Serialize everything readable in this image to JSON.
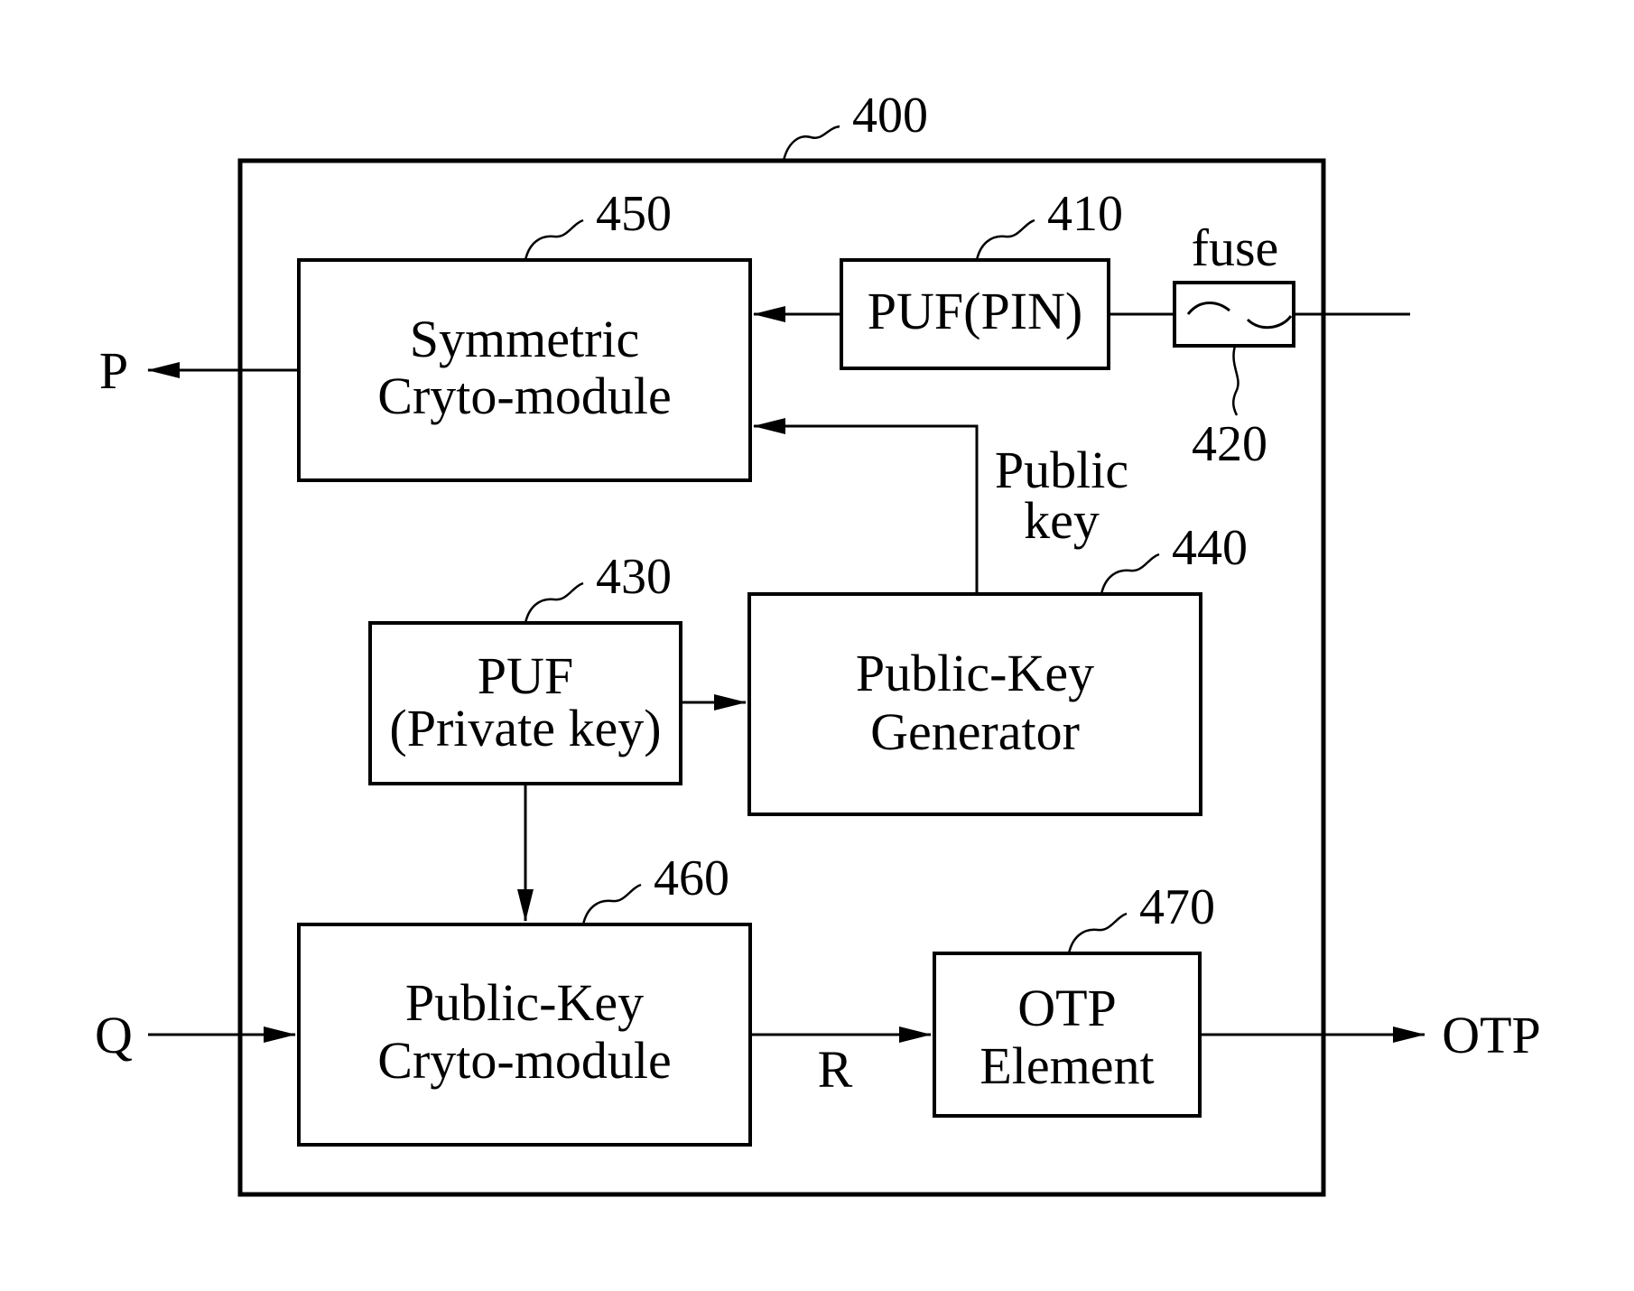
{
  "refs": {
    "system": "400",
    "puf_pin": "410",
    "fuse": "420",
    "puf_private": "430",
    "pk_generator": "440",
    "symmetric": "450",
    "pk_crypto": "460",
    "otp_element": "470"
  },
  "blocks": {
    "symmetric": {
      "line1": "Symmetric",
      "line2": "Cryto-module"
    },
    "puf_pin": {
      "label": "PUF(PIN)"
    },
    "puf_private": {
      "line1": "PUF",
      "line2": "(Private key)"
    },
    "pk_generator": {
      "line1": "Public-Key",
      "line2": "Generator"
    },
    "pk_crypto": {
      "line1": "Public-Key",
      "line2": "Cryto-module"
    },
    "otp_element": {
      "line1": "OTP",
      "line2": "Element"
    }
  },
  "labels": {
    "fuse": "fuse",
    "public_key_line1": "Public",
    "public_key_line2": "key",
    "signal_p": "P",
    "signal_q": "Q",
    "signal_r": "R",
    "signal_otp": "OTP"
  },
  "colors": {
    "ink": "#000000",
    "background": "#ffffff"
  }
}
